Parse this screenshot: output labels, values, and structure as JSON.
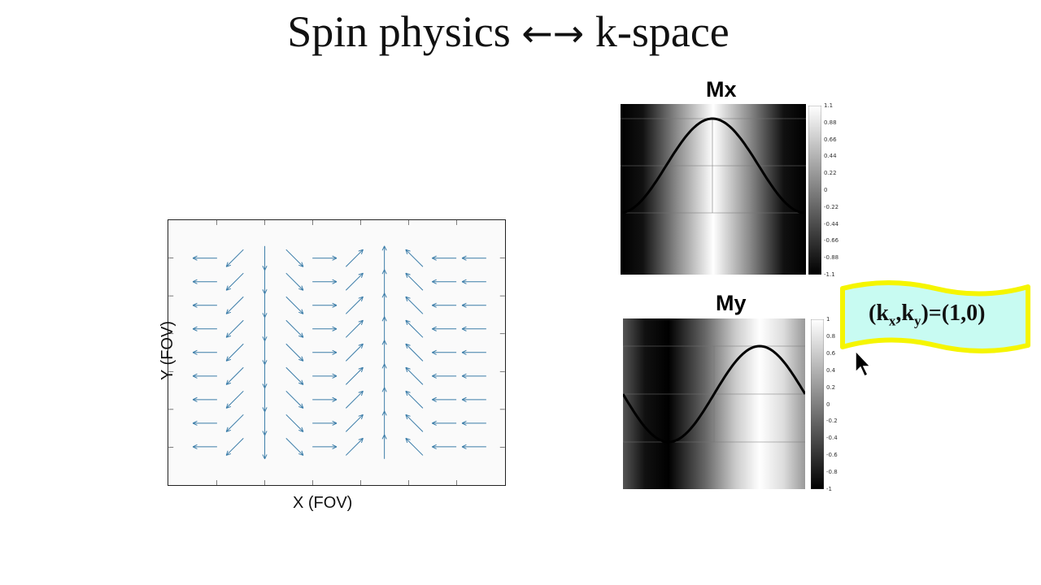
{
  "title": {
    "left": "Spin physics",
    "arrows": "←→",
    "right": "k-space"
  },
  "quiver": {
    "xlabel": "X (FOV)",
    "ylabel": "Y (FOV)",
    "arrow_color": "#3a7ca8",
    "columns": 10,
    "rows": 9,
    "phase_per_column_deg": [
      180,
      225,
      270,
      315,
      0,
      45,
      90,
      135,
      180,
      180
    ]
  },
  "mx": {
    "title": "Mx",
    "colorbar_ticks": [
      "1.1",
      "0.88",
      "0.66",
      "0.44",
      "0.22",
      "0",
      "-0.22",
      "-0.44",
      "-0.66",
      "-0.88",
      "-1.1"
    ]
  },
  "my": {
    "title": "My",
    "colorbar_ticks": [
      "1",
      "0.8",
      "0.6",
      "0.4",
      "0.2",
      "0",
      "-0.2",
      "-0.4",
      "-0.6",
      "-0.8",
      "-1"
    ]
  },
  "kspace": {
    "label_prefix": "(k",
    "sub_x": "x",
    "sep": ",k",
    "sub_y": "y",
    "label_suffix": ")=(1,0)",
    "box_fill": "#c8fbf2",
    "box_stroke": "#f5f500"
  }
}
